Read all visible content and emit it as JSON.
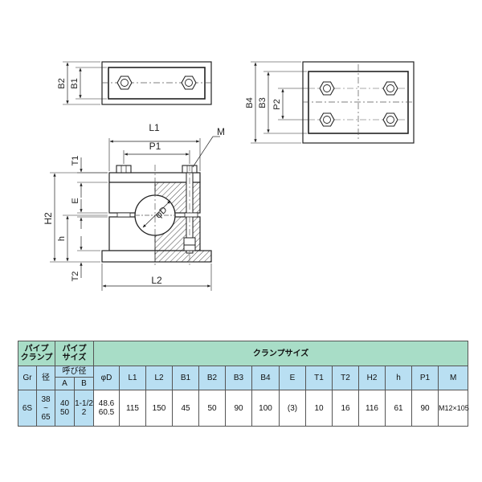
{
  "dims": {
    "b1": "B1",
    "b2": "B2",
    "b3": "B3",
    "b4": "B4",
    "p2": "P2",
    "l1": "L1",
    "p1": "P1",
    "m": "M",
    "t1": "T1",
    "e": "E",
    "h2": "H2",
    "h": "h",
    "t2": "T2",
    "l2": "L2",
    "phid": "φD"
  },
  "table": {
    "head": {
      "pipe_clamp": [
        "パイプ",
        "クランプ"
      ],
      "pipe_size": [
        "パイプ",
        "サイズ"
      ],
      "clamp_size": "クランプサイズ",
      "nominal": "呼び径",
      "gr": "Gr",
      "bore": "径",
      "a": "A",
      "b": "B",
      "columns": [
        "φD",
        "L1",
        "L2",
        "B1",
        "B2",
        "B3",
        "B4",
        "E",
        "T1",
        "T2",
        "H2",
        "h",
        "P1",
        "M"
      ]
    },
    "row": {
      "gr": "6S",
      "bore": [
        "38",
        "~",
        "65"
      ],
      "a": [
        "40",
        "50"
      ],
      "b": [
        "1-1/2",
        "2"
      ],
      "phid": [
        "48.6",
        "60.5"
      ],
      "values": [
        "115",
        "150",
        "45",
        "50",
        "90",
        "100",
        "(3)",
        "10",
        "16",
        "116",
        "61",
        "90",
        "M12×105"
      ]
    }
  }
}
